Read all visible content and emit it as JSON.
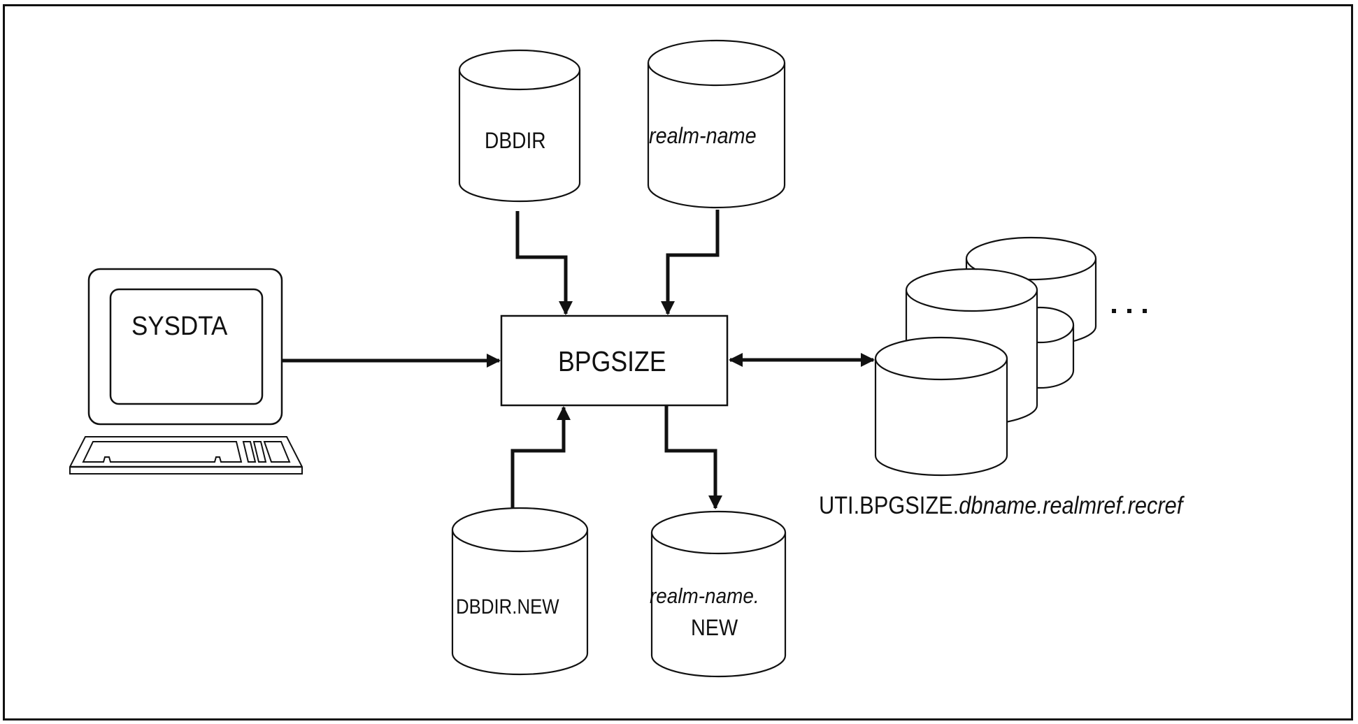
{
  "diagram": {
    "central_program": "BPGSIZE",
    "terminal": {
      "label": "SYSDTA",
      "icon": "terminal-icon"
    },
    "inputs_top": [
      {
        "label": "DBDIR",
        "italic": false
      },
      {
        "label": "realm-name",
        "italic": true
      }
    ],
    "outputs_bottom": [
      {
        "label": "DBDIR.NEW",
        "italic": false
      },
      {
        "label_line1": "realm-name.",
        "label_line2": "NEW"
      }
    ],
    "work_files": {
      "label_fixed": "UTI.BPGSIZE.",
      "label_variable": "dbname.realmref.recref",
      "more_indicator": "..."
    },
    "connections": [
      {
        "from": "SYSDTA",
        "to": "BPGSIZE",
        "direction": "one-way"
      },
      {
        "from": "DBDIR",
        "to": "BPGSIZE",
        "direction": "one-way"
      },
      {
        "from": "realm-name",
        "to": "BPGSIZE",
        "direction": "one-way"
      },
      {
        "from": "DBDIR.NEW",
        "to": "BPGSIZE",
        "direction": "one-way"
      },
      {
        "from": "BPGSIZE",
        "to": "realm-name.NEW",
        "direction": "one-way"
      },
      {
        "from": "BPGSIZE",
        "to": "UTI.BPGSIZE.dbname.realmref.recref",
        "direction": "two-way"
      }
    ],
    "colors": {
      "stroke": "#111111",
      "background": "#ffffff"
    }
  }
}
